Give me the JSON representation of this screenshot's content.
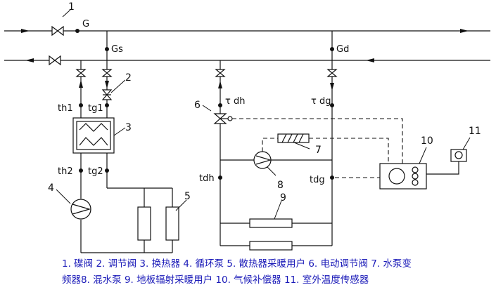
{
  "diagram": {
    "flow_labels": {
      "G": "G",
      "Gs": "Gs",
      "Gd": "Gd",
      "th1": "th1",
      "tg1": "tg1",
      "th2": "th2",
      "tg2": "tg2",
      "tau_dh": "τ dh",
      "tau_dg": "τ dg",
      "tdh": "tdh",
      "tdg": "tdg"
    },
    "component_numbers": [
      "1",
      "2",
      "3",
      "4",
      "5",
      "6",
      "7",
      "8",
      "9",
      "10",
      "11"
    ],
    "caption": {
      "line1": "1. 碟阀  2. 调节阀  3. 换热器  4. 循环泵  5. 散热器采暖用户  6. 电动调节阀  7. 水泵变",
      "line2": "频器8. 混水泵  9. 地板辐射采暖用户  10. 气候补偿器  11. 室外温度传感器"
    },
    "colors": {
      "line": "#111111",
      "caption": "#1a1ab8"
    }
  }
}
